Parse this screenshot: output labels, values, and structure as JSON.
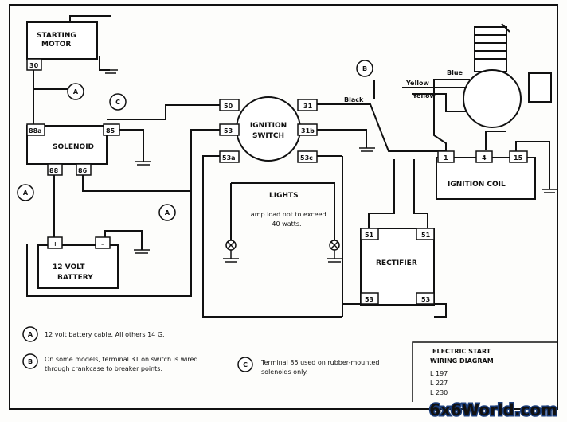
{
  "components": {
    "starting_motor": "STARTING MOTOR",
    "solenoid": "SOLENOID",
    "battery": "12 VOLT BATTERY",
    "ignition_switch": "IGNITION SWITCH",
    "lights": "LIGHTS",
    "lamp_note": "Lamp load not to exceed 40 watts.",
    "rectifier": "RECTIFIER",
    "ignition_coil": "IGNITION COIL"
  },
  "terminals": {
    "motor_30": "30",
    "sol_88a": "88a",
    "sol_85": "85",
    "sol_88": "88",
    "sol_86": "86",
    "bat_plus": "+",
    "bat_minus": "-",
    "sw_50": "50",
    "sw_31": "31",
    "sw_53": "53",
    "sw_31b": "31b",
    "sw_53a": "53a",
    "sw_53c": "53c",
    "rect_51_left": "51",
    "rect_51_right": "51",
    "rect_53_left": "53",
    "rect_53_right": "53",
    "coil_1": "1",
    "coil_4": "4",
    "coil_15": "15"
  },
  "wires": {
    "black": "Black",
    "yellow_1": "Yellow",
    "yellow_2": "Yellow",
    "blue": "Blue"
  },
  "callouts": {
    "a": "A",
    "b": "B",
    "c": "C"
  },
  "legend": {
    "a_text": "12 volt battery cable.  All others 14 G.",
    "b_text_1": "On some models, terminal 31 on switch is wired",
    "b_text_2": "through crankcase to breaker points.",
    "c_text_1": "Terminal 85 used on rubber-mounted",
    "c_text_2": "solenoids only."
  },
  "title_block": {
    "title_1": "ELECTRIC START",
    "title_2": "WIRING DIAGRAM",
    "models": [
      "L 197",
      "L 227",
      "L 230"
    ]
  },
  "watermark": "6x6World.com"
}
